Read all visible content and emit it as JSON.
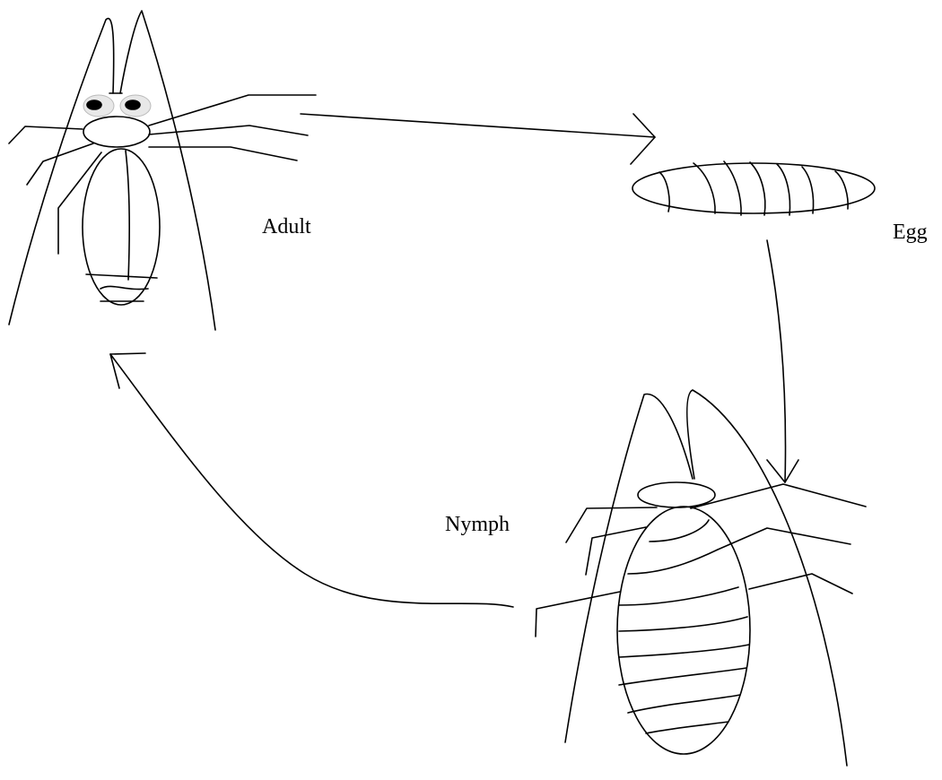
{
  "diagram": {
    "stages": {
      "adult": {
        "label": "Adult"
      },
      "egg": {
        "label": "Egg"
      },
      "nymph": {
        "label": "Nymph"
      }
    },
    "cycle_order": [
      "adult",
      "egg",
      "nymph"
    ],
    "colors": {
      "stroke": "#000000",
      "background": "#ffffff"
    }
  }
}
